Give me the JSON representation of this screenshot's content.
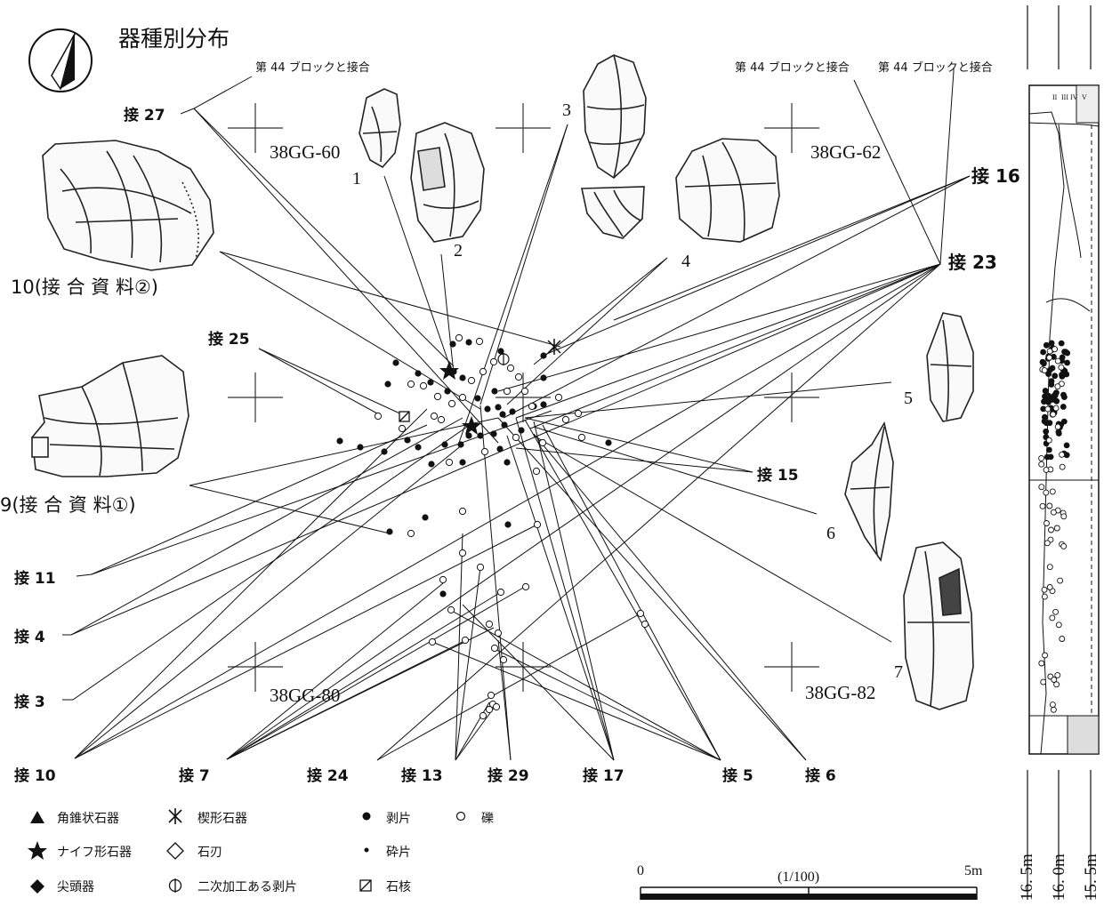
{
  "title": "器種別分布",
  "note_left": "第 44 ブロックと接合",
  "note_right_a": "第 44 ブロックと接合",
  "note_right_b": "第 44 ブロックと接合",
  "grid_labels": [
    "38GG-60",
    "38GG-62",
    "38GG-80",
    "38GG-82"
  ],
  "artifact_numbers": [
    "1",
    "2",
    "3",
    "4",
    "5",
    "6",
    "7"
  ],
  "refit_material_1": "9(接 合 資 料①)",
  "refit_material_2": "10(接 合 資 料②)",
  "refit_labels": {
    "s27": "接 27",
    "s25": "接 25",
    "s16": "接 16",
    "s23": "接 23",
    "s15": "接 15",
    "s11": "接 11",
    "s4": "接 4",
    "s3": "接 3",
    "s10": "接 10",
    "s7": "接 7",
    "s24": "接 24",
    "s13": "接 13",
    "s29": "接 29",
    "s17": "接 17",
    "s5": "接 5",
    "s6": "接 6"
  },
  "legend": [
    {
      "symbol": "triangle",
      "label": "角錐状石器"
    },
    {
      "symbol": "asterisk",
      "label": "楔形石器"
    },
    {
      "symbol": "dot",
      "label": "剥片"
    },
    {
      "symbol": "circle",
      "label": "礫"
    },
    {
      "symbol": "star",
      "label": "ナイフ形石器"
    },
    {
      "symbol": "diamond-open",
      "label": "石刃"
    },
    {
      "symbol": "small-dot",
      "label": "砕片"
    },
    {
      "symbol": "diamond-filled",
      "label": "尖頭器"
    },
    {
      "symbol": "circle-bar",
      "label": "二次加工ある剥片"
    },
    {
      "symbol": "square-slash",
      "label": "石核"
    }
  ],
  "scale": {
    "start": "0",
    "ratio": "(1/100)",
    "end": "5m"
  },
  "section_levels": [
    "16. 5m",
    "16. 0m",
    "15. 5m"
  ],
  "section_layers": [
    "II",
    "III",
    "IV",
    "V"
  ]
}
